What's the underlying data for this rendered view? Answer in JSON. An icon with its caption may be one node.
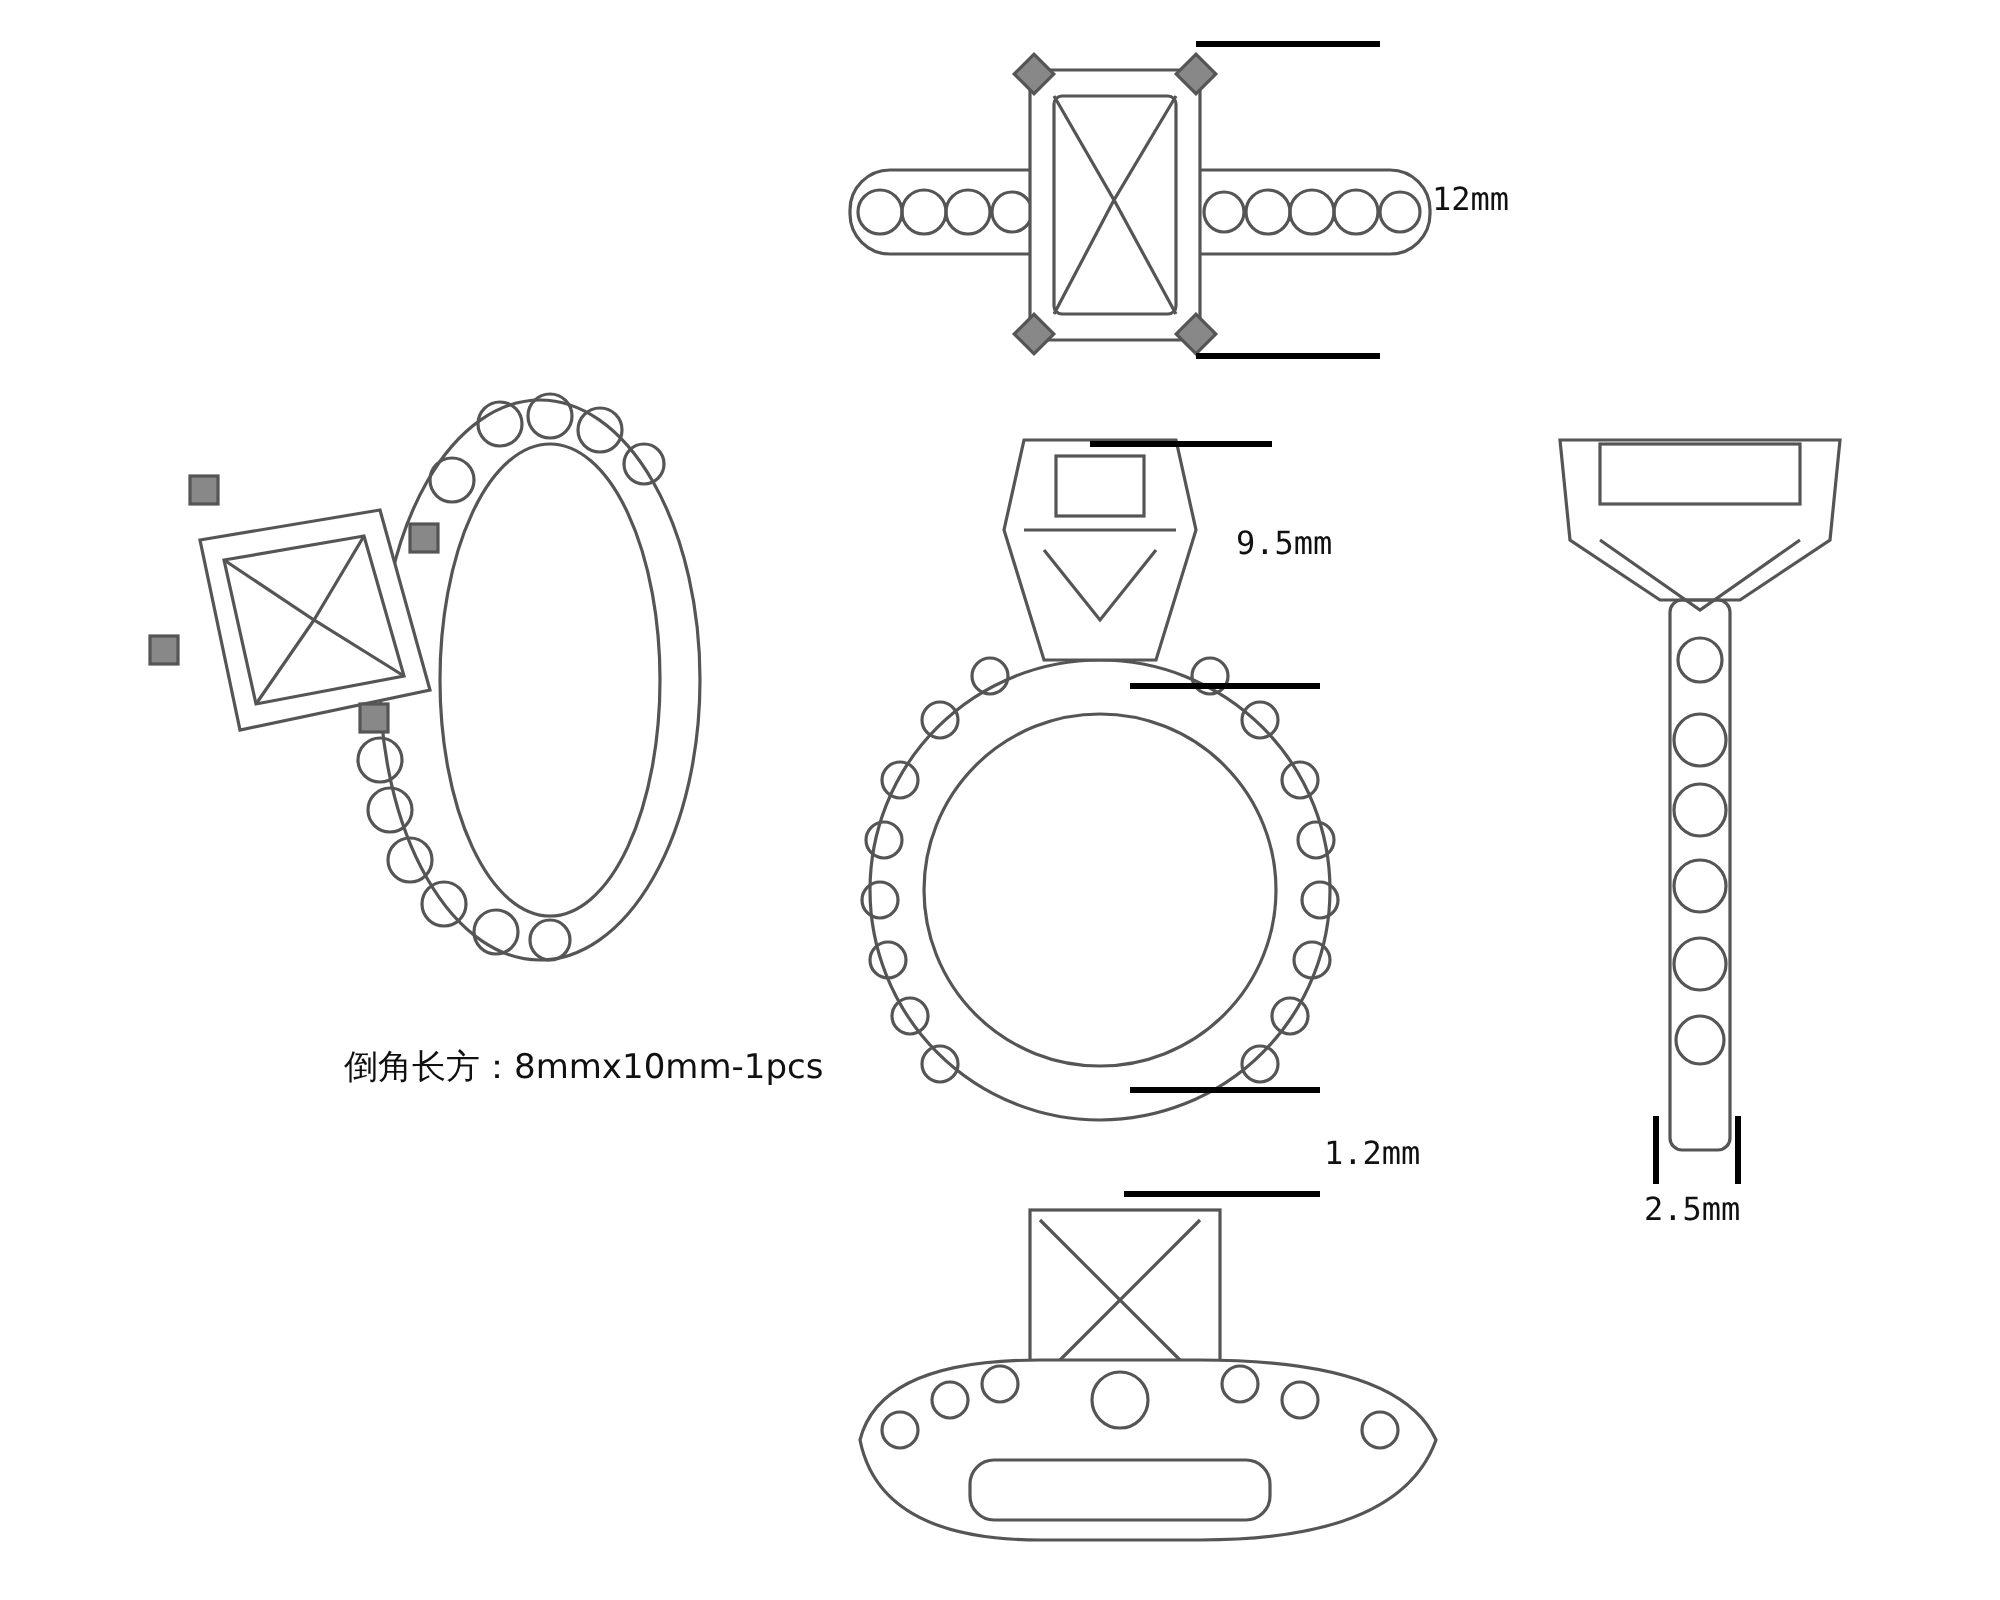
{
  "diagram": {
    "labels": [
      "12mm",
      "9.5mm",
      "倒角长方：8mmx10mm-1pcs",
      "1.2mm",
      "2.5mm"
    ]
  }
}
